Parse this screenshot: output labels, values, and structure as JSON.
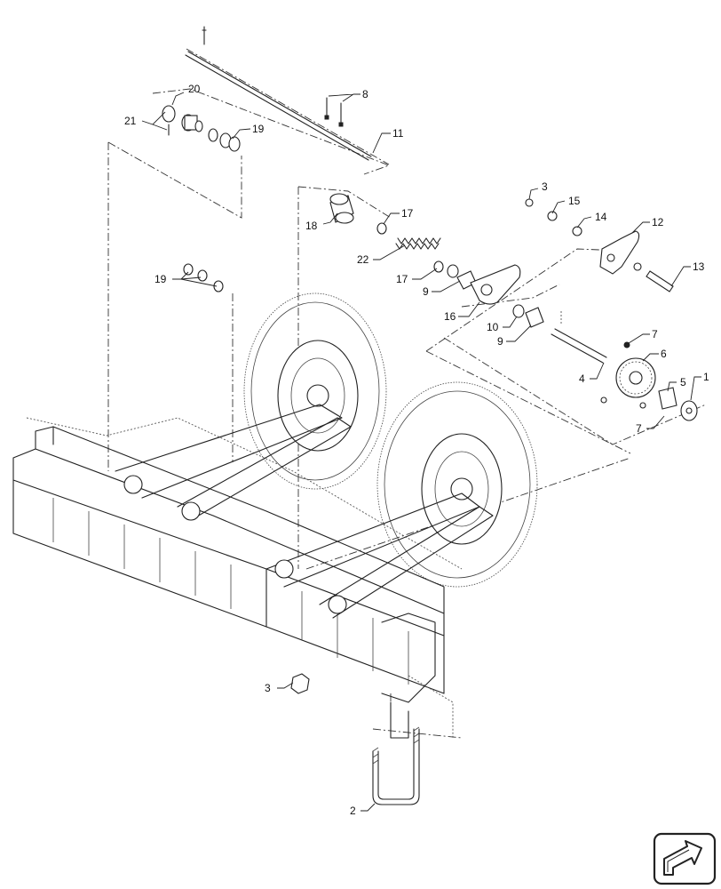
{
  "callouts": [
    {
      "id": "c20",
      "label": "20"
    },
    {
      "id": "c21",
      "label": "21"
    },
    {
      "id": "c19a",
      "label": "19"
    },
    {
      "id": "c8",
      "label": "8"
    },
    {
      "id": "c11",
      "label": "11"
    },
    {
      "id": "c18",
      "label": "18"
    },
    {
      "id": "c17a",
      "label": "17"
    },
    {
      "id": "c22",
      "label": "22"
    },
    {
      "id": "c17b",
      "label": "17"
    },
    {
      "id": "c9a",
      "label": "9"
    },
    {
      "id": "c16",
      "label": "16"
    },
    {
      "id": "c19b",
      "label": "19"
    },
    {
      "id": "c3a",
      "label": "3"
    },
    {
      "id": "c15",
      "label": "15"
    },
    {
      "id": "c14",
      "label": "14"
    },
    {
      "id": "c12",
      "label": "12"
    },
    {
      "id": "c13",
      "label": "13"
    },
    {
      "id": "c10",
      "label": "10"
    },
    {
      "id": "c9b",
      "label": "9"
    },
    {
      "id": "c7a",
      "label": "7"
    },
    {
      "id": "c6",
      "label": "6"
    },
    {
      "id": "c4",
      "label": "4"
    },
    {
      "id": "c5",
      "label": "5"
    },
    {
      "id": "c1",
      "label": "1"
    },
    {
      "id": "c7b",
      "label": "7"
    },
    {
      "id": "c3b",
      "label": "3"
    },
    {
      "id": "c2",
      "label": "2"
    }
  ],
  "navigation": {
    "icon": "next-page-arrow-icon"
  }
}
